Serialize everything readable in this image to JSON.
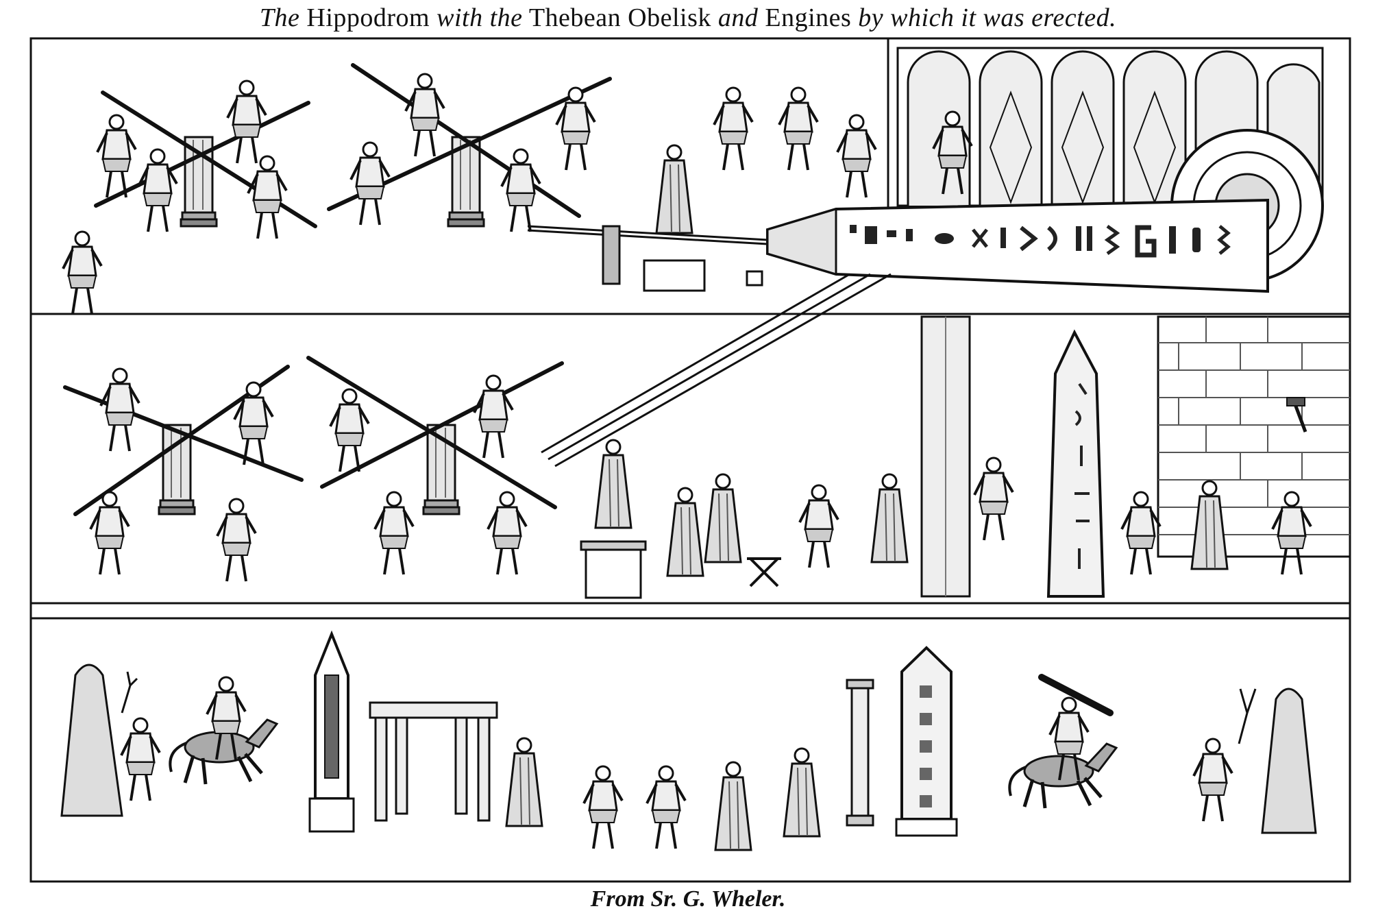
{
  "title": {
    "part1": "The",
    "part2": "Hippodrom",
    "part3": "with the",
    "part4": "Thebean Obelisk",
    "part5": "and",
    "part6": "Engines",
    "part7": "by which it was erected."
  },
  "credit": "From Sr. G. Wheler."
}
